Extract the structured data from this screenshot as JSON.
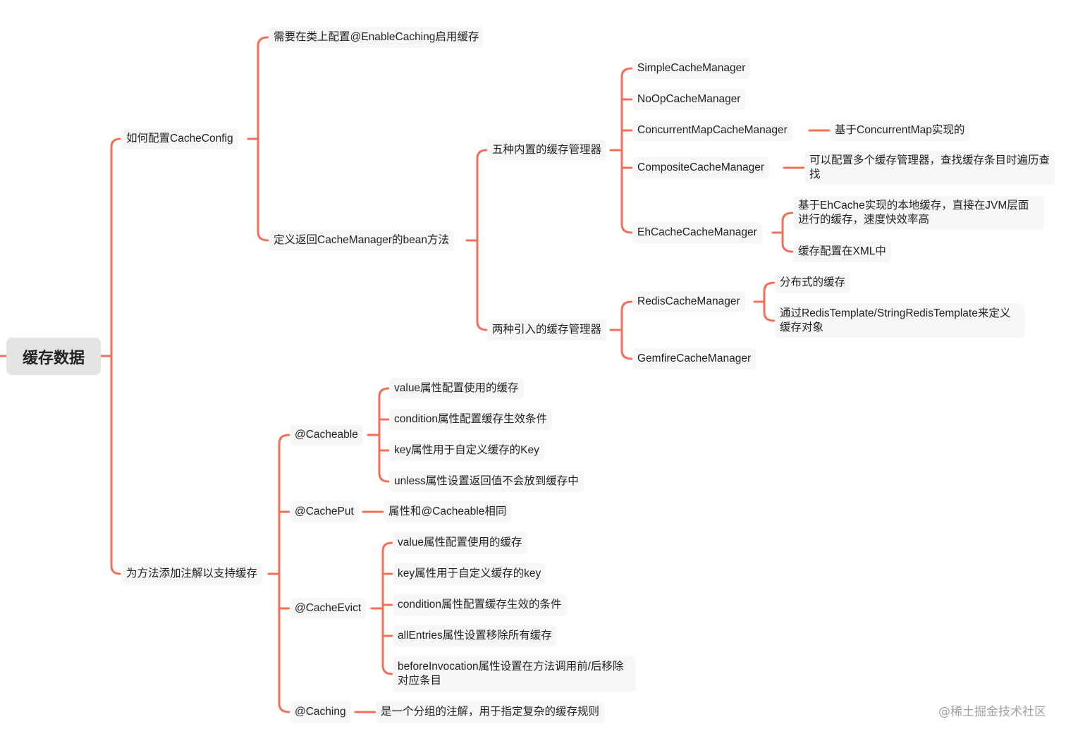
{
  "mindmap": {
    "root": "缓存数据",
    "l1_config": "如何配置CacheConfig",
    "l1_annot": "为方法添加注解以支持缓存",
    "config": {
      "enable": "需要在类上配置@EnableCaching启用缓存",
      "bean": "定义返回CacheManager的bean方法",
      "builtin": "五种内置的缓存管理器",
      "external": "两种引入的缓存管理器",
      "simple": "SimpleCacheManager",
      "noop": "NoOpCacheManager",
      "concurrent": "ConcurrentMapCacheManager",
      "concurrent_note": "基于ConcurrentMap实现的",
      "composite": "CompositeCacheManager",
      "composite_note": "可以配置多个缓存管理器，查找缓存条目时遍历查找",
      "ehcache": "EhCacheCacheManager",
      "ehcache_note1": "基于EhCache实现的本地缓存，直接在JVM层面进行的缓存，速度快效率高",
      "ehcache_note2": "缓存配置在XML中",
      "redis": "RedisCacheManager",
      "redis_note1": "分布式的缓存",
      "redis_note2": "通过RedisTemplate/StringRedisTemplate来定义缓存对象",
      "gemfire": "GemfireCacheManager"
    },
    "annot": {
      "cacheable": "@Cacheable",
      "cacheable_1": "value属性配置使用的缓存",
      "cacheable_2": "condition属性配置缓存生效条件",
      "cacheable_3": "key属性用于自定义缓存的Key",
      "cacheable_4": "unless属性设置返回值不会放到缓存中",
      "cacheput": "@CachePut",
      "cacheput_1": "属性和@Cacheable相同",
      "cacheevict": "@CacheEvict",
      "cacheevict_1": "value属性配置使用的缓存",
      "cacheevict_2": "key属性用于自定义缓存的key",
      "cacheevict_3": "condition属性配置缓存生效的条件",
      "cacheevict_4": "allEntries属性设置移除所有缓存",
      "cacheevict_5": "beforeInvocation属性设置在方法调用前/后移除对应条目",
      "caching": "@Caching",
      "caching_1": "是一个分组的注解，用于指定复杂的缓存规则"
    }
  },
  "watermark": "@稀土掘金技术社区",
  "colors": {
    "branch": "#f0705a",
    "node_bg": "#f7f7f7",
    "root_bg": "#e4e4e4"
  }
}
